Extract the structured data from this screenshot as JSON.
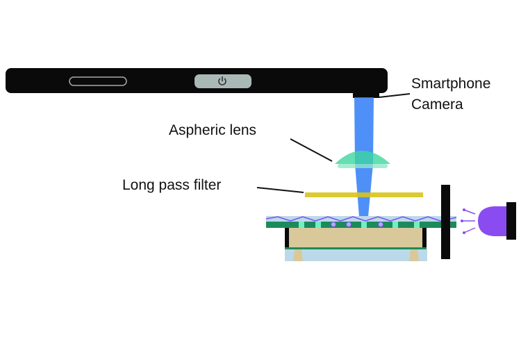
{
  "labels": {
    "camera_line1": "Smartphone",
    "camera_line2": "Camera",
    "lens": "Aspheric lens",
    "filter": "Long pass filter"
  },
  "icons": {
    "power": "power-icon"
  },
  "colors": {
    "phone": "#0a0a0a",
    "beam": "#2f7cf6",
    "lens": "#3fd6a0",
    "filter": "#d8c41c",
    "led": "#8a4cf0",
    "chamber": "#d9c89a",
    "strip": "#1d8a5c",
    "base": "#bcd9ea"
  }
}
